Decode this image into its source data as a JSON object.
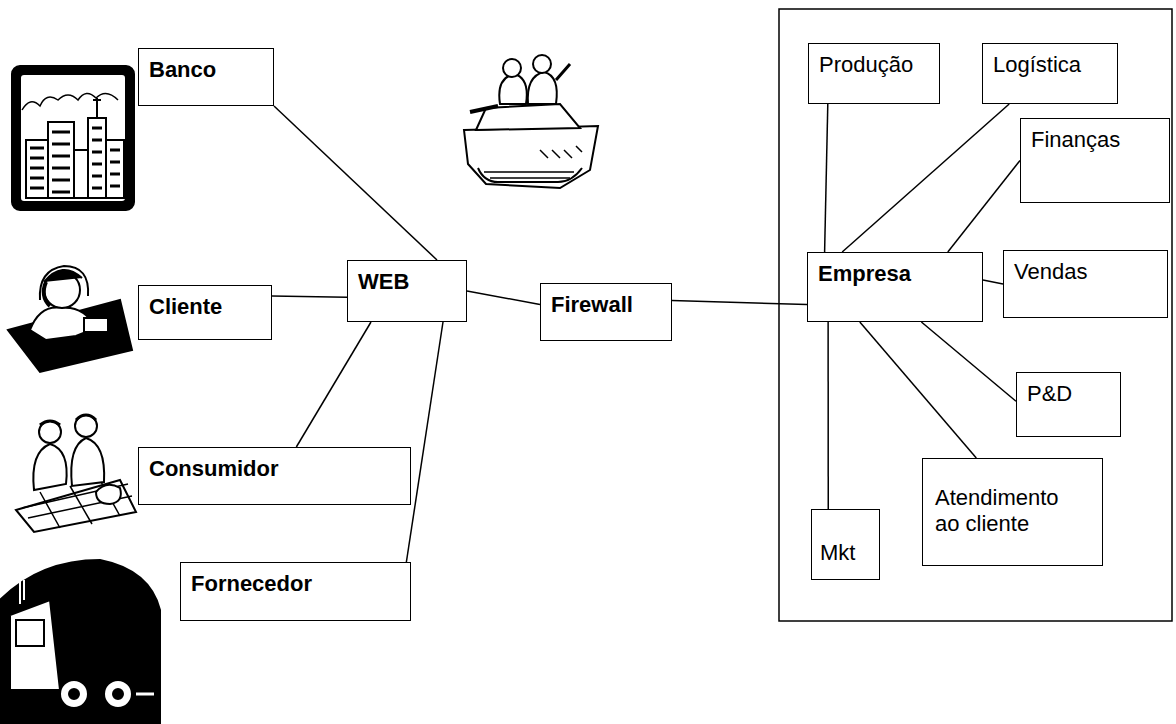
{
  "diagram": {
    "nodes": [
      {
        "text": [
          "Banco"
        ]
      },
      {
        "text": [
          "Cliente"
        ]
      },
      {
        "text": [
          "Consumidor"
        ]
      },
      {
        "text": [
          "Fornecedor"
        ]
      },
      {
        "text": [
          "WEB"
        ]
      },
      {
        "text": [
          "Firewall"
        ]
      },
      {
        "text": [
          "Produção"
        ]
      },
      {
        "text": [
          "Logística"
        ]
      },
      {
        "text": [
          "Finanças"
        ]
      },
      {
        "text": [
          "Empresa"
        ]
      },
      {
        "text": [
          "Vendas"
        ]
      },
      {
        "text": [
          "P&D"
        ]
      },
      {
        "text": [
          "Mkt"
        ]
      },
      {
        "text": [
          "Atendimento ao cliente"
        ]
      }
    ],
    "edges": [
      {
        "from": 0,
        "to": 4,
        "arrow": "none"
      },
      {
        "from": 1,
        "to": 4,
        "arrow": "none"
      },
      {
        "from": 2,
        "to": 4,
        "arrow": "none"
      },
      {
        "from": 3,
        "to": 4,
        "arrow": "none"
      },
      {
        "from": 4,
        "to": 5,
        "arrow": "none"
      },
      {
        "from": 5,
        "to": 9,
        "arrow": "none"
      },
      {
        "from": 9,
        "to": 6,
        "arrow": "none"
      },
      {
        "from": 9,
        "to": 7,
        "arrow": "none"
      },
      {
        "from": 9,
        "to": 8,
        "arrow": "none"
      },
      {
        "from": 9,
        "to": 10,
        "arrow": "none"
      },
      {
        "from": 9,
        "to": 11,
        "arrow": "none"
      },
      {
        "from": 9,
        "to": 12,
        "arrow": "none"
      },
      {
        "from": 9,
        "to": 13,
        "arrow": "none"
      }
    ]
  }
}
